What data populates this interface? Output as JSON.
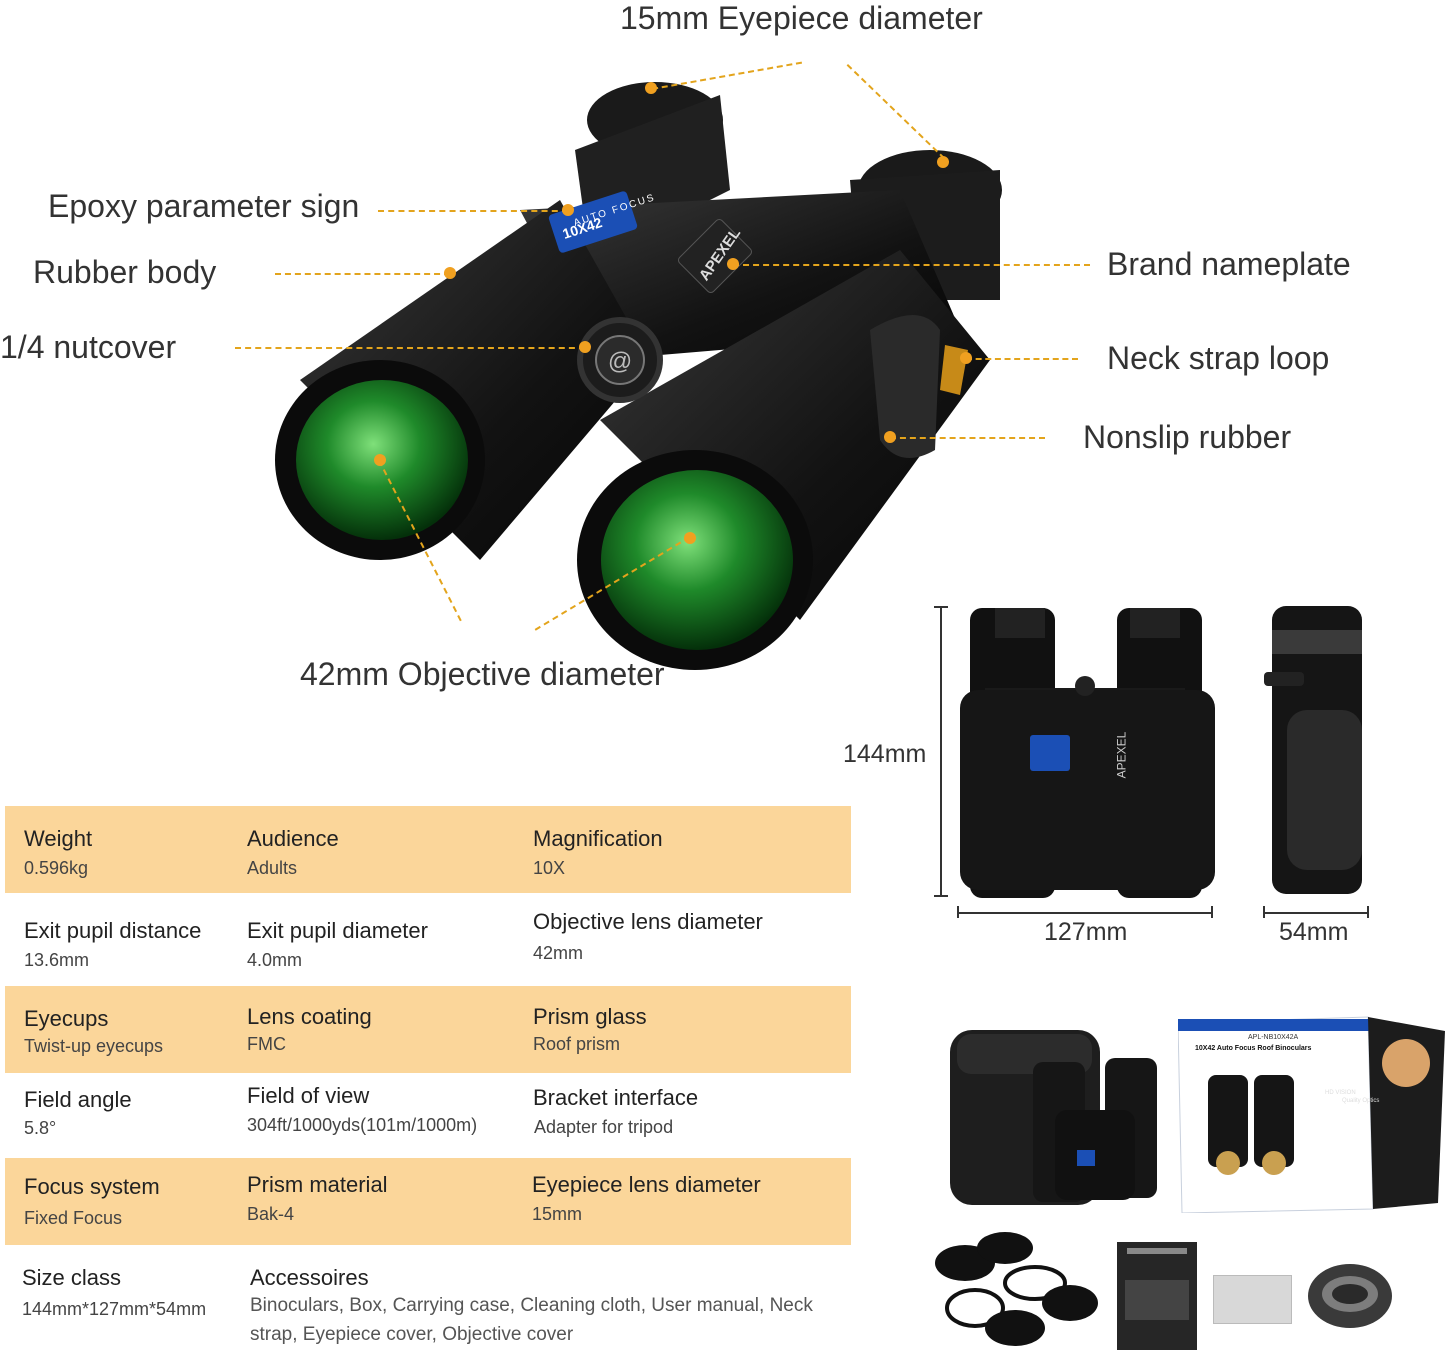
{
  "callouts": {
    "eyepiece": "15mm Eyepiece diameter",
    "epoxy": "Epoxy parameter sign",
    "rubber_body": "Rubber body",
    "nutcover": "1/4 nutcover",
    "brand_plate": "Brand nameplate",
    "neck_strap": "Neck strap loop",
    "nonslip": "Nonslip rubber",
    "objective": "42mm Objective diameter"
  },
  "product": {
    "brand": "APEXEL",
    "badge_top": "AUTO FOCUS",
    "badge_model": "10X42"
  },
  "dimensions": {
    "height": "144mm",
    "width": "127mm",
    "depth": "54mm"
  },
  "specs": {
    "rows": [
      [
        {
          "label": "Weight",
          "value": "0.596kg"
        },
        {
          "label": "Audience",
          "value": "Adults"
        },
        {
          "label": "Magnification",
          "value": "10X"
        }
      ],
      [
        {
          "label": "Exit pupil distance",
          "value": "13.6mm"
        },
        {
          "label": "Exit pupil diameter",
          "value": "4.0mm"
        },
        {
          "label": "Objective lens diameter",
          "value": "42mm"
        }
      ],
      [
        {
          "label": "Eyecups",
          "value": "Twist-up eyecups"
        },
        {
          "label": "Lens coating",
          "value": "FMC"
        },
        {
          "label": "Prism glass",
          "value": "Roof prism"
        }
      ],
      [
        {
          "label": "Field angle",
          "value": "5.8°"
        },
        {
          "label": "Field of view",
          "value": "304ft/1000yds(101m/1000m)"
        },
        {
          "label": "Bracket interface",
          "value": "Adapter for tripod"
        }
      ],
      [
        {
          "label": "Focus system",
          "value": "Fixed Focus"
        },
        {
          "label": "Prism material",
          "value": "Bak-4"
        },
        {
          "label": "Eyepiece lens diameter",
          "value": "15mm"
        }
      ]
    ],
    "last": {
      "size_label": "Size class",
      "size_value": "144mm*127mm*54mm",
      "acc_label": "Accessoires",
      "acc_value": "Binoculars, Box, Carrying case, Cleaning cloth, User manual, Neck strap, Eyepiece cover, Objective cover"
    }
  },
  "package": {
    "box_tag": "APL-NB10X42A",
    "box_title": "10X42 Auto Focus Roof Binoculars",
    "box_side": "HD VISION",
    "box_side2": "Quality Optics"
  },
  "colors": {
    "accent": "#f0a020",
    "row_shade": "#fbd69a",
    "lens_green": "#1f8a2a"
  }
}
